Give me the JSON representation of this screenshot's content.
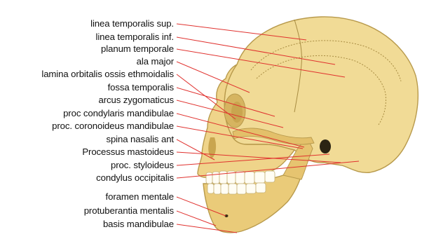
{
  "labels": [
    {
      "text": "linea temporalis sup.",
      "target": "temporal-line-sup"
    },
    {
      "text": "linea temporalis inf.",
      "target": "temporal-line-inf"
    },
    {
      "text": "planum temporale",
      "target": "temporal-plane"
    },
    {
      "text": "ala major",
      "target": "greater-wing"
    },
    {
      "text": "lamina orbitalis ossis ethmoidalis",
      "target": "orbital-lamina"
    },
    {
      "text": "fossa temporalis",
      "target": "temporal-fossa"
    },
    {
      "text": "arcus zygomaticus",
      "target": "zygomatic-arch"
    },
    {
      "text": "proc condylaris mandibulae",
      "target": "condylar-process"
    },
    {
      "text": "proc. coronoideus mandibulae",
      "target": "coronoid-process"
    },
    {
      "text": "spina nasalis ant",
      "target": "nasal-spine"
    },
    {
      "text": "Processus mastoideus",
      "target": "mastoid-process"
    },
    {
      "text": "proc. styloideus",
      "target": "styloid-process"
    },
    {
      "text": "condylus occipitalis",
      "target": "occipital-condyle"
    },
    {
      "text": "foramen mentale",
      "target": "mental-foramen"
    },
    {
      "text": "protuberantia mentalis",
      "target": "mental-protuberance"
    },
    {
      "text": "basis mandibulae",
      "target": "mandible-base"
    }
  ],
  "colors": {
    "bone": "#F1DB96",
    "bone_shade": "#D9BE6A",
    "outline": "#B89A4C",
    "leader_line": "#E0312E",
    "text": "#111111"
  }
}
